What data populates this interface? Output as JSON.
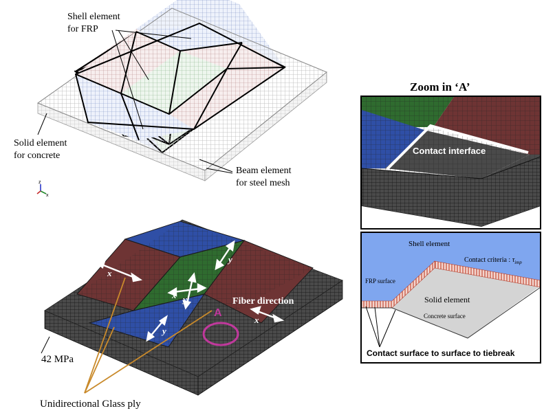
{
  "labels": {
    "shell_element": "Shell element",
    "for_frp": "for FRP",
    "solid_element": "Solid element",
    "for_concrete": "for concrete",
    "beam_element": "Beam element",
    "for_steel_mesh": "for steel mesh",
    "axis_z": "z",
    "axis_x": "x",
    "axis_y": "y",
    "fiber_direction": "Fiber direction",
    "point_a": "A",
    "mpa_42": "42 MPa",
    "unidirectional_glass_ply": "Unidirectional Glass ply",
    "zoom_title": "Zoom in ‘A’",
    "contact_interface": "Contact interface",
    "shell_element_right": "Shell element",
    "contact_criteria": "Contact criteria : ",
    "tau": "τ",
    "tau_sub": "imp",
    "frp_surface": "FRP surface",
    "solid_element_right": "Solid element",
    "concrete_surface": "Concrete surface",
    "contact_surface_tiebreak": "Contact surface to surface to tiebreak"
  },
  "colors": {
    "blue_ply": "#2f4fa6",
    "green_ply": "#2f6b2f",
    "red_ply": "#6e3434",
    "concrete_gray": "#555555",
    "frp_blue": "#7fa6ef",
    "concrete_light": "#d4d4d4",
    "marker": "#c0399c",
    "orange_line": "#c98a2b"
  }
}
